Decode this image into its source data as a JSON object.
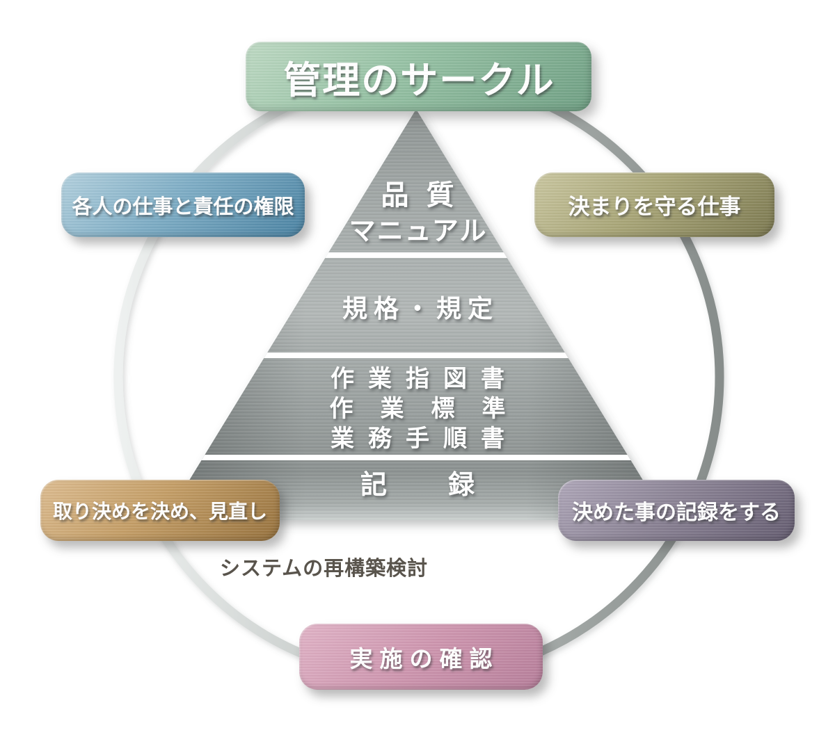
{
  "title": {
    "label": "管理のサークル"
  },
  "pyramid": {
    "tier1": {
      "line1": "品質",
      "line2": "マニュアル"
    },
    "tier2": {
      "line1": "規格・規定"
    },
    "tier3": {
      "line1": "作業指図書",
      "line2": "作業標準",
      "line3": "業務手順書"
    },
    "tier4": {
      "line1": "記録"
    }
  },
  "labels": {
    "top_left": "各人の仕事と責任の権限",
    "top_right": "決まりを守る仕事",
    "bottom_left": "取り決めを決め、見直し",
    "bottom_right": "決めた事の記録をする",
    "bottom_center": "実施の確認"
  },
  "annotation": "システムの再構築検討",
  "colors": {
    "background": "#ffffff",
    "title_green": "#97c2a5",
    "label_blue": "#7eadc5",
    "label_olive": "#a9a678",
    "label_tan": "#c49e67",
    "label_purple": "#8b8395",
    "label_pink": "#cd95ae",
    "pyramid_silver": "#aab0af",
    "circle_ring_gray": "#9aa09e",
    "divider_white": "#ffffff",
    "annotation_text": "#59544c",
    "text_white": "#ffffff"
  }
}
